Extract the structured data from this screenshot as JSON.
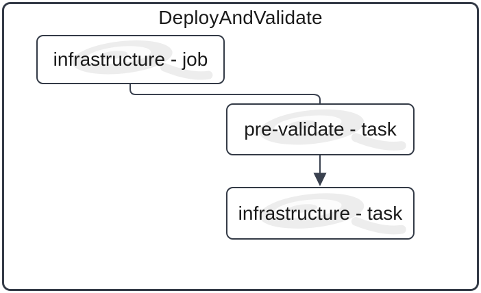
{
  "diagram": {
    "title": "DeployAndValidate",
    "nodes": [
      {
        "id": "infrastructure-job",
        "label": "infrastructure - job"
      },
      {
        "id": "pre-validate-task",
        "label": "pre-validate - task"
      },
      {
        "id": "infrastructure-task",
        "label": "infrastructure - task"
      }
    ],
    "edges": [
      {
        "from": "infrastructure-job",
        "to": "pre-validate-task",
        "style": "elbow",
        "arrowhead": false
      },
      {
        "from": "pre-validate-task",
        "to": "infrastructure-task",
        "style": "straight",
        "arrowhead": true
      }
    ],
    "colors": {
      "border": "#333a46",
      "connector": "#3a414f",
      "text": "#1a1a1a",
      "node_background": "#ffffff",
      "canvas_background": "#ffffff",
      "watermark": "#ededed"
    }
  }
}
